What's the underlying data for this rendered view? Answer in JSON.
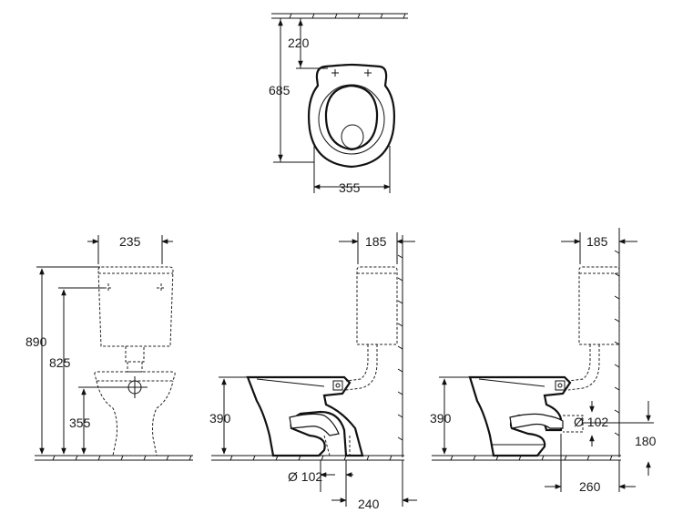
{
  "top_view": {
    "dim_depth_label": "685",
    "dim_fixing_label": "220",
    "dim_width_label": "355"
  },
  "front_view": {
    "dim_cistern_width_label": "235",
    "dim_total_height_label": "890",
    "dim_cistern_fixing_label": "825",
    "dim_bowl_fixing_label": "355"
  },
  "side_view_floor": {
    "dim_wall_gap_label": "185",
    "dim_bowl_height_label": "390",
    "dim_outlet_diameter_label": "Ø 102",
    "dim_outlet_distance_label": "240"
  },
  "side_view_wall": {
    "dim_wall_gap_label": "185",
    "dim_bowl_height_label": "390",
    "dim_outlet_diameter_label": "Ø 102",
    "dim_outlet_height_label": "180",
    "dim_outlet_distance_label": "260"
  }
}
